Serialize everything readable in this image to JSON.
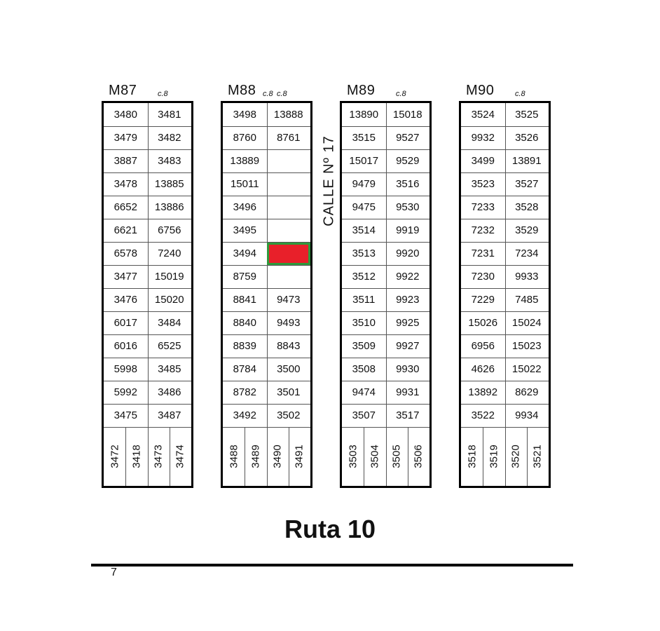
{
  "blocks": [
    {
      "name": "M87",
      "sub": [
        "c.8"
      ],
      "rows": [
        [
          "3480",
          "3481"
        ],
        [
          "3479",
          "3482"
        ],
        [
          "3887",
          "3483"
        ],
        [
          "3478",
          "13885"
        ],
        [
          "6652",
          "13886"
        ],
        [
          "6621",
          "6756"
        ],
        [
          "6578",
          "7240"
        ],
        [
          "3477",
          "15019"
        ],
        [
          "3476",
          "15020"
        ],
        [
          "6017",
          "3484"
        ],
        [
          "6016",
          "6525"
        ],
        [
          "5998",
          "3485"
        ],
        [
          "5992",
          "3486"
        ],
        [
          "3475",
          "3487"
        ]
      ],
      "bottom": [
        "3472",
        "3418",
        "3473",
        "3474"
      ]
    },
    {
      "name": "M88",
      "sub": [
        "c.8",
        "c.8"
      ],
      "rows": [
        [
          "3498",
          "13888"
        ],
        [
          "8760",
          "8761"
        ],
        [
          "13889",
          ""
        ],
        [
          "15011",
          ""
        ],
        [
          "3496",
          ""
        ],
        [
          "3495",
          ""
        ],
        [
          "3494",
          ""
        ],
        [
          "8759",
          ""
        ],
        [
          "8841",
          "9473"
        ],
        [
          "8840",
          "9493"
        ],
        [
          "8839",
          "8843"
        ],
        [
          "8784",
          "3500"
        ],
        [
          "8782",
          "3501"
        ],
        [
          "3492",
          "3502"
        ]
      ],
      "bottom": [
        "3488",
        "3489",
        "3490",
        "3491"
      ]
    },
    {
      "name": "M89",
      "sub": [
        "c.8"
      ],
      "rows": [
        [
          "13890",
          "15018"
        ],
        [
          "3515",
          "9527"
        ],
        [
          "15017",
          "9529"
        ],
        [
          "9479",
          "3516"
        ],
        [
          "9475",
          "9530"
        ],
        [
          "3514",
          "9919"
        ],
        [
          "3513",
          "9920"
        ],
        [
          "3512",
          "9922"
        ],
        [
          "3511",
          "9923"
        ],
        [
          "3510",
          "9925"
        ],
        [
          "3509",
          "9927"
        ],
        [
          "3508",
          "9930"
        ],
        [
          "9474",
          "9931"
        ],
        [
          "3507",
          "3517"
        ]
      ],
      "bottom": [
        "3503",
        "3504",
        "3505",
        "3506"
      ]
    },
    {
      "name": "M90",
      "sub": [
        "c.8"
      ],
      "rows": [
        [
          "3524",
          "3525"
        ],
        [
          "9932",
          "3526"
        ],
        [
          "3499",
          "13891"
        ],
        [
          "3523",
          "3527"
        ],
        [
          "7233",
          "3528"
        ],
        [
          "7232",
          "3529"
        ],
        [
          "7231",
          "7234"
        ],
        [
          "7230",
          "9933"
        ],
        [
          "7229",
          "7485"
        ],
        [
          "15026",
          "15024"
        ],
        [
          "6956",
          "15023"
        ],
        [
          "4626",
          "15022"
        ],
        [
          "13892",
          "8629"
        ],
        [
          "3522",
          "9934"
        ]
      ],
      "bottom": [
        "3518",
        "3519",
        "3520",
        "3521"
      ]
    }
  ],
  "highlight": {
    "block": 1,
    "row": 6,
    "col": 1,
    "color": "#e8202a",
    "border": "#2e9a3c"
  },
  "street_label": "CALLE   Nº 17",
  "route_label": "Ruta 10"
}
